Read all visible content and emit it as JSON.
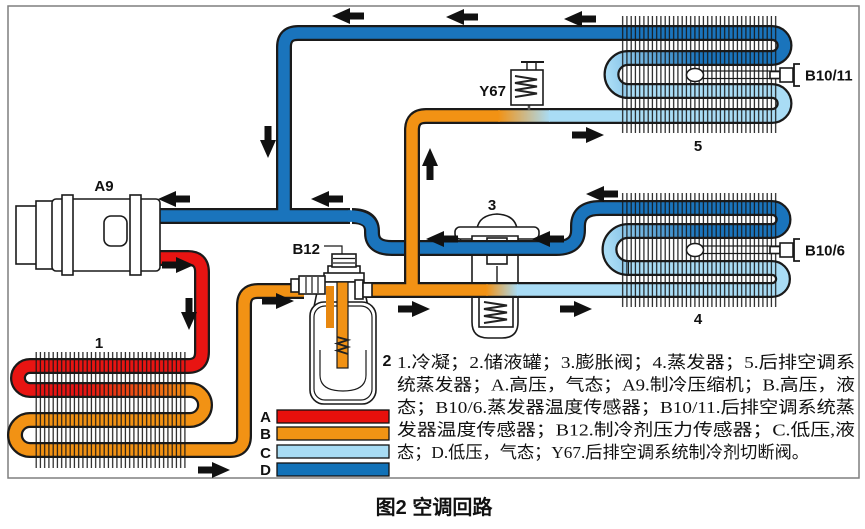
{
  "diagram": {
    "caption": "图2 空调回路",
    "labels": {
      "compressor": "A9",
      "condenser": "1",
      "receiver": "2",
      "expansion_valve": "3",
      "evaporator": "4",
      "rear_evaporator": "5",
      "pressure_sensor": "B12",
      "evap_temp_sensor": "B10/6",
      "rear_evap_temp_sensor": "B10/11",
      "shutoff_valve": "Y67"
    },
    "legend": {
      "items": [
        {
          "key": "A",
          "color": "#e8100c"
        },
        {
          "key": "B",
          "color": "#f09414"
        },
        {
          "key": "C",
          "color": "#a8dcf4"
        },
        {
          "key": "D",
          "color": "#1272b8"
        }
      ]
    },
    "notes": {
      "line1": "1.冷凝；2.储液罐；3.膨胀阀；4.蒸发器；5.后排空调系",
      "line2": "统蒸发器；A.高压，气态；A9.制冷压缩机；B.高压，液",
      "line3": "态；B10/6.蒸发器温度传感器；B10/11.后排空调系统蒸",
      "line4": "发器温度传感器；B12.制冷剂压力传感器；C.低压,液",
      "line5": "态；D.低压，气态；Y67.后排空调系统制冷剂切断阀。"
    },
    "colors": {
      "high_pressure_gas": "#e81412",
      "high_pressure_liquid": "#f29214",
      "low_pressure_liquid": "#a9dcf5",
      "low_pressure_gas": "#1a74bc",
      "outline": "#1a1a1a"
    }
  }
}
